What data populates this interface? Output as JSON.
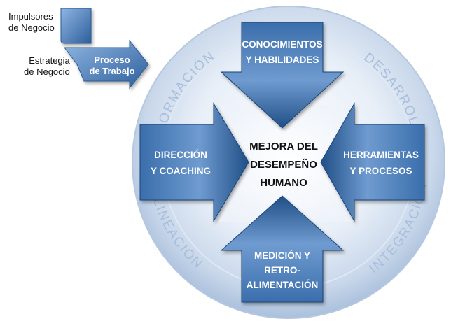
{
  "left_labels": {
    "impulsores": [
      "Impulsores",
      "de Negocio"
    ],
    "estrategia": [
      "Estrategia",
      "de Negocio"
    ]
  },
  "process_arrow": [
    "Proceso",
    "de Trabajo"
  ],
  "ring_words": {
    "top_left": "INFORMACIÓN",
    "top_right": "DESARROLLO",
    "bottom_left": "ALINEACIÓN",
    "bottom_right": "INTEGRACIÓN"
  },
  "arrows": {
    "top": [
      "CONOCIMIENTOS",
      "Y HABILIDADES"
    ],
    "left": [
      "DIRECCIÓN",
      "Y COACHING"
    ],
    "right": [
      "HERRAMIENTAS",
      "Y PROCESOS"
    ],
    "bottom": [
      "MEDICIÓN Y",
      "RETRO-",
      "ALIMENTACIÓN"
    ]
  },
  "center": [
    "MEJORA DEL",
    "DESEMPEÑO",
    "HUMANO"
  ],
  "colors": {
    "arrow_dark": "#1f4f86",
    "arrow_light": "#6f9bd0",
    "ring": "#c9d8ea",
    "ring_text": "#9fb7d6"
  }
}
